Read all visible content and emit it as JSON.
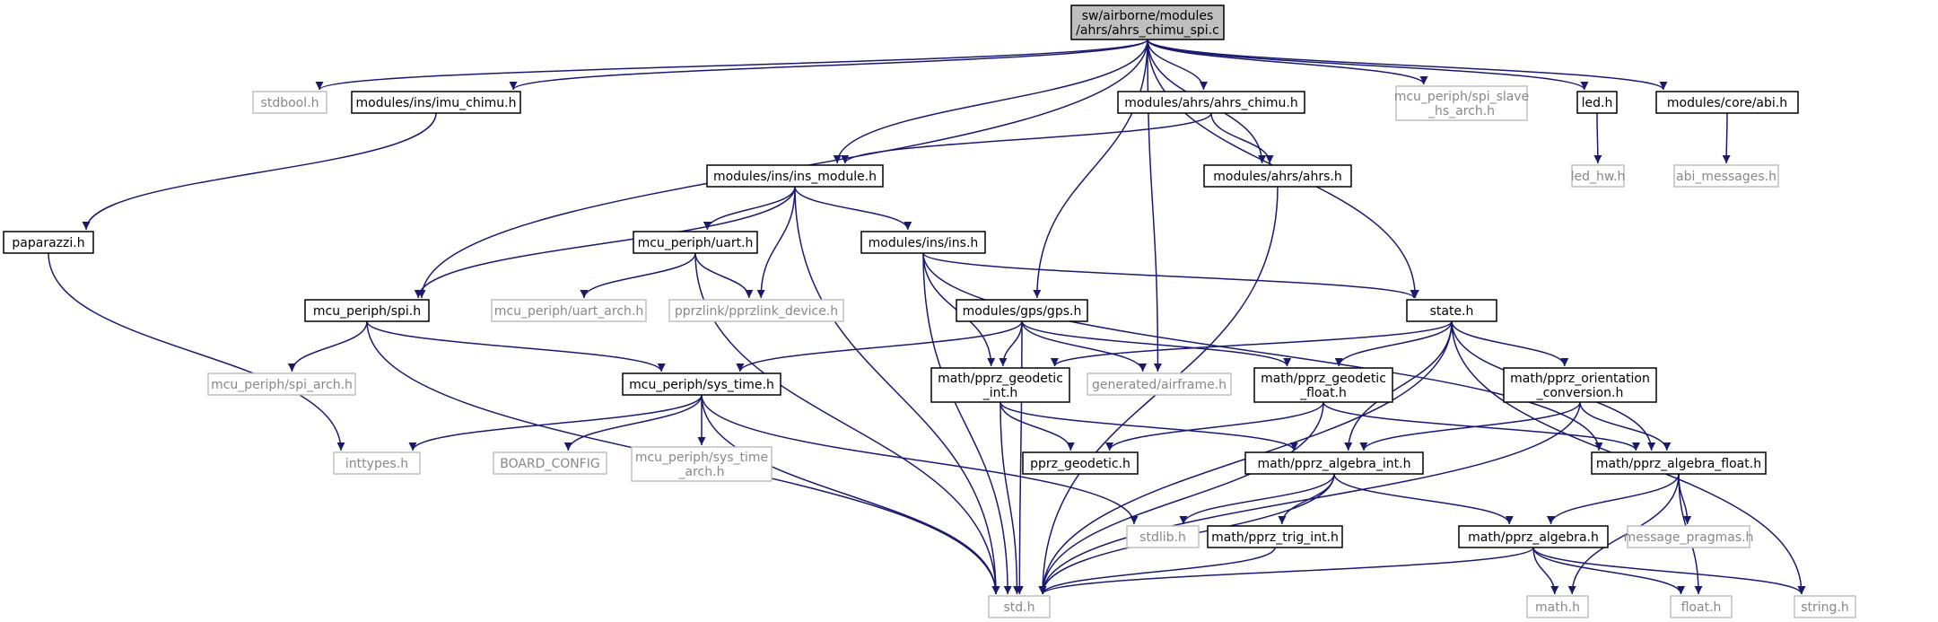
{
  "graph": {
    "title": "",
    "colors": {
      "edge": "#191970",
      "root_fill": "#bfbfbf",
      "doc_border": "#000000",
      "sys_border": "#bfbfbf",
      "sys_text": "#888888"
    },
    "nodes": [
      {
        "id": "root",
        "kind": "root",
        "lines": [
          "sw/airborne/modules",
          "/ahrs/ahrs_chimu_spi.c"
        ]
      },
      {
        "id": "stdbool",
        "kind": "sys",
        "lines": [
          "stdbool.h"
        ]
      },
      {
        "id": "imu_chimu",
        "kind": "doc",
        "lines": [
          "modules/ins/imu_chimu.h"
        ]
      },
      {
        "id": "ahrs_chimu",
        "kind": "doc",
        "lines": [
          "modules/ahrs/ahrs_chimu.h"
        ]
      },
      {
        "id": "spi_slave",
        "kind": "sys",
        "lines": [
          "mcu_periph/spi_slave",
          "_hs_arch.h"
        ]
      },
      {
        "id": "led",
        "kind": "doc",
        "lines": [
          "led.h"
        ]
      },
      {
        "id": "abi",
        "kind": "doc",
        "lines": [
          "modules/core/abi.h"
        ]
      },
      {
        "id": "ins_module",
        "kind": "doc",
        "lines": [
          "modules/ins/ins_module.h"
        ]
      },
      {
        "id": "ahrs",
        "kind": "doc",
        "lines": [
          "modules/ahrs/ahrs.h"
        ]
      },
      {
        "id": "led_hw",
        "kind": "sys",
        "lines": [
          "led_hw.h"
        ]
      },
      {
        "id": "abi_messages",
        "kind": "sys",
        "lines": [
          "abi_messages.h"
        ]
      },
      {
        "id": "paparazzi",
        "kind": "doc",
        "lines": [
          "paparazzi.h"
        ]
      },
      {
        "id": "uart",
        "kind": "doc",
        "lines": [
          "mcu_periph/uart.h"
        ]
      },
      {
        "id": "ins",
        "kind": "doc",
        "lines": [
          "modules/ins/ins.h"
        ]
      },
      {
        "id": "spi",
        "kind": "doc",
        "lines": [
          "mcu_periph/spi.h"
        ]
      },
      {
        "id": "uart_arch",
        "kind": "sys",
        "lines": [
          "mcu_periph/uart_arch.h"
        ]
      },
      {
        "id": "pprzlink_device",
        "kind": "sys",
        "lines": [
          "pprzlink/pprzlink_device.h"
        ]
      },
      {
        "id": "gps",
        "kind": "doc",
        "lines": [
          "modules/gps/gps.h"
        ]
      },
      {
        "id": "state",
        "kind": "doc",
        "lines": [
          "state.h"
        ]
      },
      {
        "id": "spi_arch",
        "kind": "sys",
        "lines": [
          "mcu_periph/spi_arch.h"
        ]
      },
      {
        "id": "sys_time",
        "kind": "doc",
        "lines": [
          "mcu_periph/sys_time.h"
        ]
      },
      {
        "id": "geodetic_int",
        "kind": "doc",
        "lines": [
          "math/pprz_geodetic",
          "_int.h"
        ]
      },
      {
        "id": "airframe",
        "kind": "sys",
        "lines": [
          "generated/airframe.h"
        ]
      },
      {
        "id": "geodetic_float",
        "kind": "doc",
        "lines": [
          "math/pprz_geodetic",
          "_float.h"
        ]
      },
      {
        "id": "orientation",
        "kind": "doc",
        "lines": [
          "math/pprz_orientation",
          "_conversion.h"
        ]
      },
      {
        "id": "inttypes",
        "kind": "sys",
        "lines": [
          "inttypes.h"
        ]
      },
      {
        "id": "board_config",
        "kind": "sys",
        "lines": [
          "BOARD_CONFIG"
        ]
      },
      {
        "id": "sys_time_arch",
        "kind": "sys",
        "lines": [
          "mcu_periph/sys_time",
          "_arch.h"
        ]
      },
      {
        "id": "pprz_geodetic",
        "kind": "doc",
        "lines": [
          "pprz_geodetic.h"
        ]
      },
      {
        "id": "algebra_int",
        "kind": "doc",
        "lines": [
          "math/pprz_algebra_int.h"
        ]
      },
      {
        "id": "algebra_float",
        "kind": "doc",
        "lines": [
          "math/pprz_algebra_float.h"
        ]
      },
      {
        "id": "stdlib",
        "kind": "sys",
        "lines": [
          "stdlib.h"
        ]
      },
      {
        "id": "trig_int",
        "kind": "doc",
        "lines": [
          "math/pprz_trig_int.h"
        ]
      },
      {
        "id": "algebra",
        "kind": "doc",
        "lines": [
          "math/pprz_algebra.h"
        ]
      },
      {
        "id": "message_pragmas",
        "kind": "sys",
        "lines": [
          "message_pragmas.h"
        ]
      },
      {
        "id": "std",
        "kind": "sys",
        "lines": [
          "std.h"
        ]
      },
      {
        "id": "math",
        "kind": "sys",
        "lines": [
          "math.h"
        ]
      },
      {
        "id": "float",
        "kind": "sys",
        "lines": [
          "float.h"
        ]
      },
      {
        "id": "string",
        "kind": "sys",
        "lines": [
          "string.h"
        ]
      }
    ],
    "edges": [
      [
        "root",
        "stdbool"
      ],
      [
        "root",
        "imu_chimu"
      ],
      [
        "root",
        "ahrs_chimu"
      ],
      [
        "root",
        "spi_slave"
      ],
      [
        "root",
        "led"
      ],
      [
        "root",
        "abi"
      ],
      [
        "root",
        "ins_module"
      ],
      [
        "root",
        "ahrs"
      ],
      [
        "root",
        "spi"
      ],
      [
        "root",
        "gps"
      ],
      [
        "root",
        "state"
      ],
      [
        "root",
        "airframe"
      ],
      [
        "imu_chimu",
        "paparazzi"
      ],
      [
        "ahrs_chimu",
        "ins_module"
      ],
      [
        "ahrs_chimu",
        "ahrs"
      ],
      [
        "led",
        "led_hw"
      ],
      [
        "abi",
        "abi_messages"
      ],
      [
        "ins_module",
        "std"
      ],
      [
        "ins_module",
        "spi"
      ],
      [
        "ins_module",
        "uart"
      ],
      [
        "ins_module",
        "ins"
      ],
      [
        "ins_module",
        "pprzlink_device"
      ],
      [
        "ahrs",
        "std"
      ],
      [
        "paparazzi",
        "inttypes"
      ],
      [
        "uart",
        "std"
      ],
      [
        "uart",
        "uart_arch"
      ],
      [
        "uart",
        "pprzlink_device"
      ],
      [
        "ins",
        "std"
      ],
      [
        "ins",
        "geodetic_int"
      ],
      [
        "ins",
        "state"
      ],
      [
        "ins",
        "algebra_float"
      ],
      [
        "spi",
        "spi_arch"
      ],
      [
        "spi",
        "sys_time"
      ],
      [
        "spi",
        "std"
      ],
      [
        "gps",
        "sys_time"
      ],
      [
        "gps",
        "std"
      ],
      [
        "gps",
        "geodetic_int"
      ],
      [
        "gps",
        "airframe"
      ],
      [
        "gps",
        "geodetic_float"
      ],
      [
        "state",
        "geodetic_int"
      ],
      [
        "state",
        "geodetic_float"
      ],
      [
        "state",
        "orientation"
      ],
      [
        "state",
        "algebra_int"
      ],
      [
        "state",
        "algebra_float"
      ],
      [
        "state",
        "std"
      ],
      [
        "state",
        "string"
      ],
      [
        "sys_time",
        "inttypes"
      ],
      [
        "sys_time",
        "board_config"
      ],
      [
        "sys_time",
        "sys_time_arch"
      ],
      [
        "sys_time",
        "stdlib"
      ],
      [
        "sys_time",
        "std"
      ],
      [
        "geodetic_int",
        "pprz_geodetic"
      ],
      [
        "geodetic_int",
        "algebra_int"
      ],
      [
        "geodetic_int",
        "std"
      ],
      [
        "geodetic_float",
        "pprz_geodetic"
      ],
      [
        "geodetic_float",
        "algebra_float"
      ],
      [
        "geodetic_float",
        "std"
      ],
      [
        "orientation",
        "algebra_int"
      ],
      [
        "orientation",
        "algebra_float"
      ],
      [
        "orientation",
        "std"
      ],
      [
        "algebra_int",
        "stdlib"
      ],
      [
        "algebra_int",
        "trig_int"
      ],
      [
        "algebra_int",
        "algebra"
      ],
      [
        "algebra_int",
        "std"
      ],
      [
        "algebra_float",
        "algebra"
      ],
      [
        "algebra_float",
        "message_pragmas"
      ],
      [
        "algebra_float",
        "math"
      ],
      [
        "algebra_float",
        "float"
      ],
      [
        "trig_int",
        "std"
      ],
      [
        "algebra",
        "std"
      ],
      [
        "algebra",
        "math"
      ],
      [
        "algebra",
        "float"
      ],
      [
        "algebra",
        "string"
      ]
    ]
  }
}
